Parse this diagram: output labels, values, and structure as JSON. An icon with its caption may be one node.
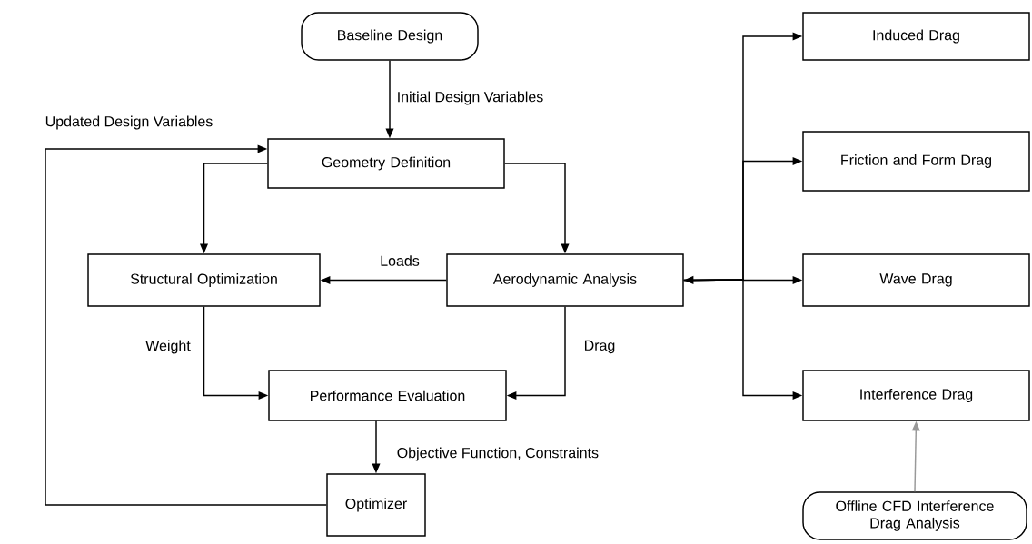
{
  "diagram": {
    "nodes": [
      {
        "text": [
          "Baseline Design"
        ]
      },
      {
        "text": [
          "Geometry Definition"
        ]
      },
      {
        "text": [
          "Structural Optimization"
        ]
      },
      {
        "text": [
          "Aerodynamic Analysis"
        ]
      },
      {
        "text": [
          "Performance Evaluation"
        ]
      },
      {
        "text": [
          "Optimizer"
        ]
      },
      {
        "text": [
          "Induced Drag"
        ]
      },
      {
        "text": [
          "Friction and Form Drag"
        ]
      },
      {
        "text": [
          "Wave Drag"
        ]
      },
      {
        "text": [
          "Interference Drag"
        ]
      },
      {
        "text": [
          "Offline CFD Interference Drag Analysis"
        ]
      }
    ],
    "edges": [
      {
        "from": 0,
        "to": 1,
        "arrow": "to",
        "label": "Initial Design Variables"
      },
      {
        "from": 5,
        "to": 1,
        "arrow": "to",
        "label": "Updated Design Variables"
      },
      {
        "from": 1,
        "to": 2,
        "arrow": "to"
      },
      {
        "from": 1,
        "to": 3,
        "arrow": "to"
      },
      {
        "from": 3,
        "to": 2,
        "arrow": "to",
        "label": "Loads"
      },
      {
        "from": 2,
        "to": 4,
        "arrow": "to",
        "label": "Weight"
      },
      {
        "from": 3,
        "to": 4,
        "arrow": "to",
        "label": "Drag"
      },
      {
        "from": 4,
        "to": 5,
        "arrow": "to",
        "label": "Objective Function, Constraints"
      },
      {
        "from": 3,
        "to": 6,
        "arrow": "to"
      },
      {
        "from": 3,
        "to": 7,
        "arrow": "to"
      },
      {
        "from": 3,
        "to": 8,
        "arrow": "both"
      },
      {
        "from": 3,
        "to": 9,
        "arrow": "to"
      },
      {
        "from": 10,
        "to": 9,
        "arrow": "to",
        "color": "#999999"
      }
    ]
  }
}
